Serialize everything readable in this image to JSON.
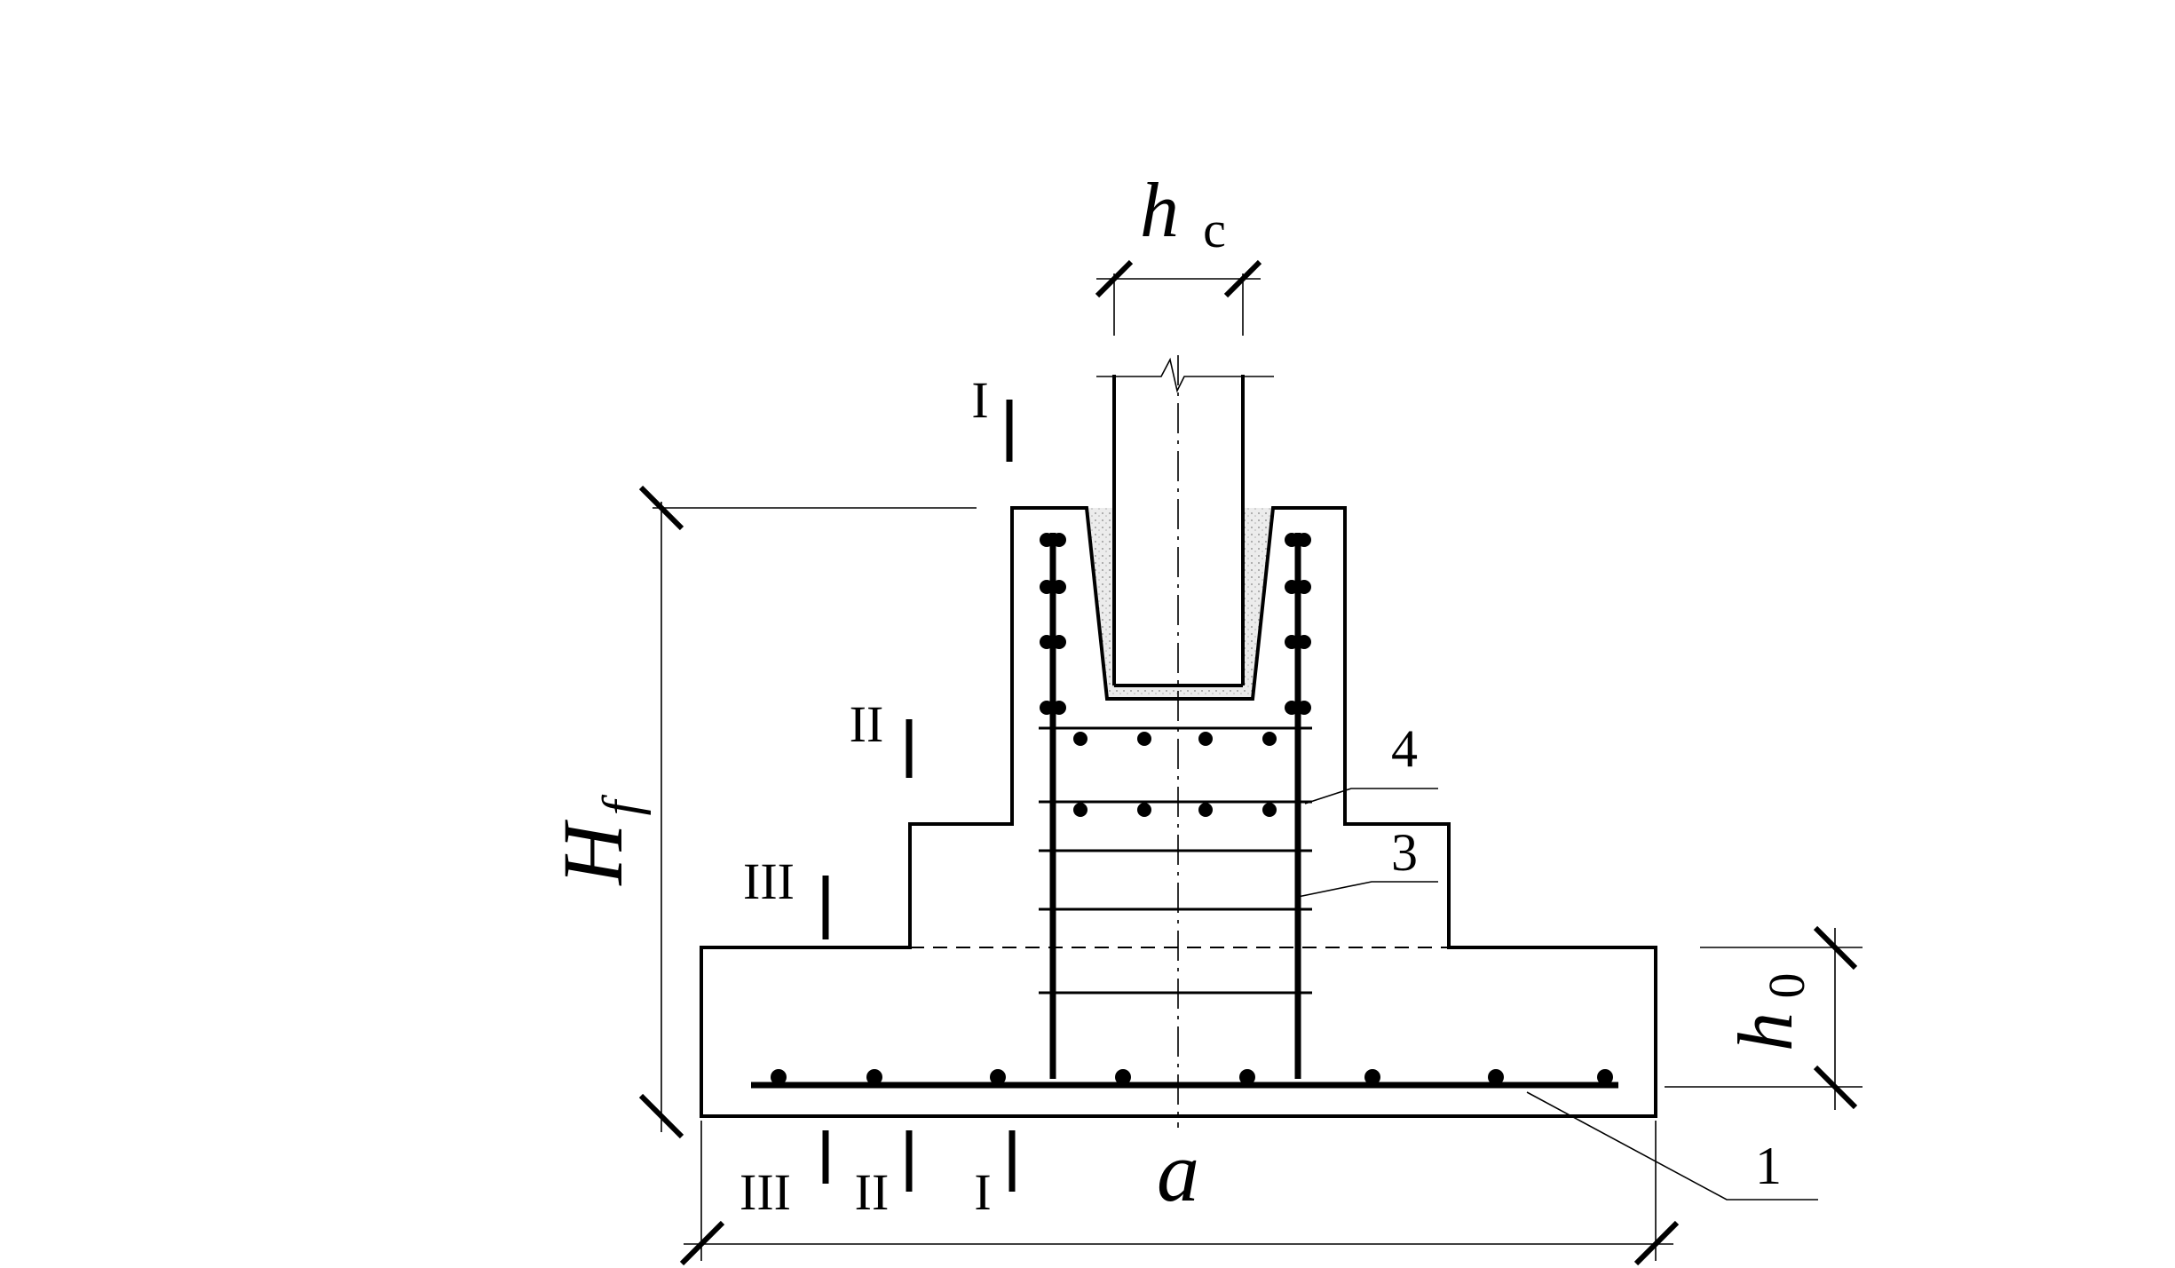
{
  "labels": {
    "column_width": "h",
    "column_width_sub": "c",
    "foundation_height": "H",
    "foundation_height_sub": "f",
    "effective_depth": "h",
    "effective_depth_sub": "0",
    "foundation_width": "a"
  },
  "sections": {
    "one": "I",
    "two": "II",
    "three": "III"
  },
  "callouts": {
    "item_1": "1",
    "item_3": "3",
    "item_4": "4"
  },
  "colors": {
    "line": "#000000",
    "grout": "#e6e6e6"
  }
}
